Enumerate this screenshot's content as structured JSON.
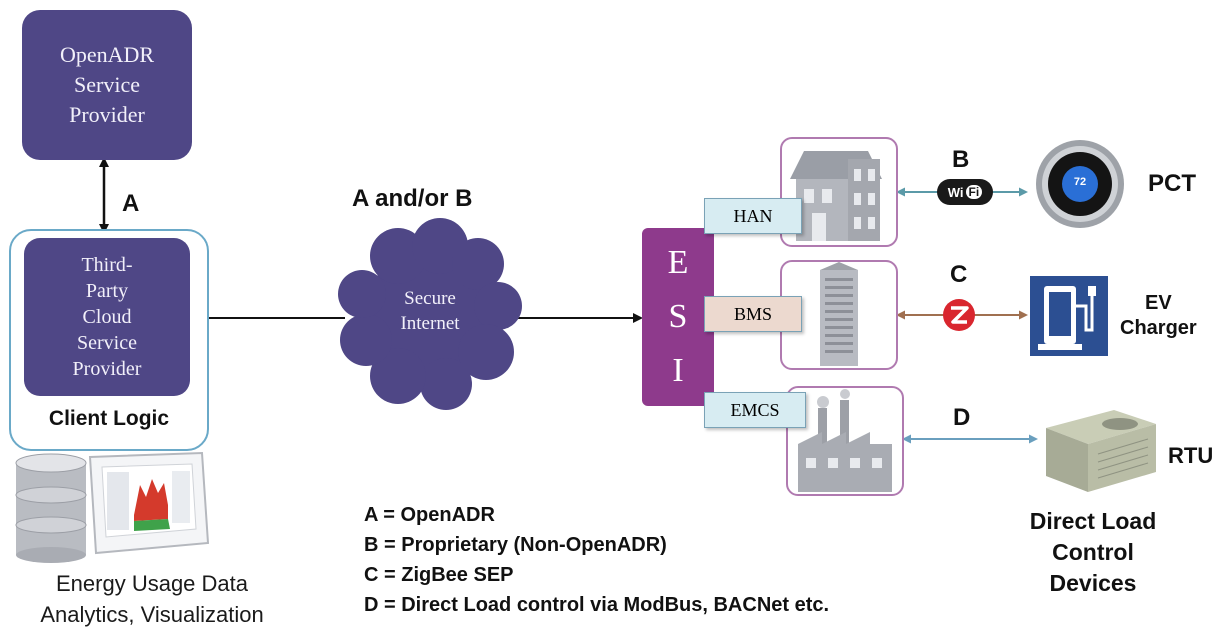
{
  "provider": {
    "lines": [
      "OpenADR",
      "Service",
      "Provider"
    ]
  },
  "cloud_provider": {
    "lines": [
      "Third-",
      "Party",
      "Cloud",
      "Service",
      "Provider"
    ]
  },
  "client_logic_label": "Client Logic",
  "link_a_label": "A",
  "internet": {
    "caption": "A and/or B",
    "lines": [
      "Secure",
      "Internet"
    ]
  },
  "esi": {
    "letters": [
      "E",
      "S",
      "I"
    ]
  },
  "tags": {
    "han": "HAN",
    "bms": "BMS",
    "emcs": "EMCS"
  },
  "links": {
    "b": "B",
    "c": "C",
    "d": "D"
  },
  "wifi_badge": {
    "left": "Wi",
    "right": "Fi"
  },
  "thermostat_reading": "72",
  "devices": {
    "pct": "PCT",
    "ev": [
      "EV",
      "Charger"
    ],
    "rtu": "RTU",
    "dlc": [
      "Direct Load",
      "Control",
      "Devices"
    ]
  },
  "energy_caption": [
    "Energy Usage Data",
    "Analytics, Visualization"
  ],
  "legend": [
    "A = OpenADR",
    "B = Proprietary (Non-OpenADR)",
    "C = ZigBee SEP",
    "D = Direct Load control via ModBus, BACNet etc."
  ],
  "colors": {
    "purple": "#4f4786",
    "esi": "#8e3a8c",
    "han_tag": "#d7ecf2",
    "bms_tag": "#ecd9cf",
    "emcs_tag": "#d7ecf2",
    "wifi_line": "#5b9aa8",
    "zigbee_line": "#a07050",
    "d_line": "#6a9fbe"
  }
}
